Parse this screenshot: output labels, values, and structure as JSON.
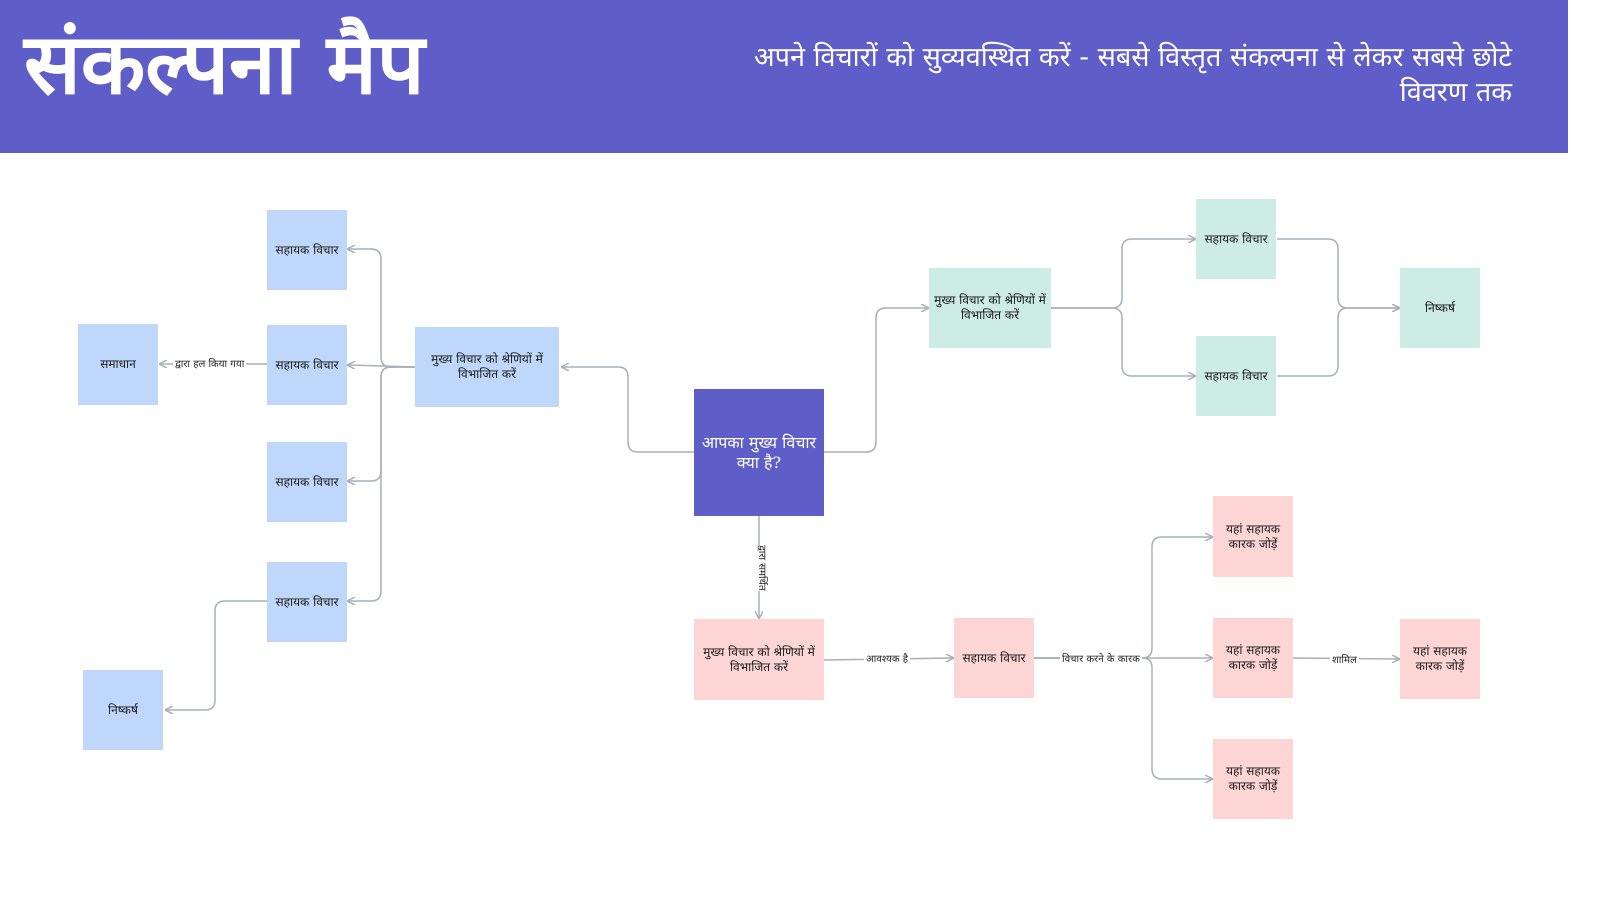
{
  "header": {
    "title": "संकल्पना मैप",
    "subtitle": "अपने विचारों को सुव्यवस्थित करें - सबसे विस्तृत संकल्पना से लेकर सबसे छोटे विवरण तक"
  },
  "colors": {
    "header": "#5f5dc8",
    "blue": "#bfd7fb",
    "green": "#cdece4",
    "pink": "#fdd5d5",
    "connector": "#a9b0b8"
  },
  "nodes": {
    "main": "आपका मुख्य विचार क्या है?",
    "left_category": "मुख्य विचार को श्रेणियों में विभाजित करें",
    "left_support_1": "सहायक विचार",
    "left_support_2": "सहायक विचार",
    "left_support_3": "सहायक विचार",
    "left_support_4": "सहायक विचार",
    "left_solution": "समाधान",
    "left_conclusion": "निष्कर्ष",
    "right_category": "मुख्य विचार को श्रेणियों में विभाजित करें",
    "right_support_1": "सहायक विचार",
    "right_support_2": "सहायक विचार",
    "right_conclusion": "निष्कर्ष",
    "bottom_category": "मुख्य विचार को श्रेणियों में विभाजित करें",
    "bottom_support": "सहायक विचार",
    "factor_1": "यहां सहायक कारक जोड़ें",
    "factor_2": "यहां सहायक कारक जोड़ें",
    "factor_3": "यहां सहायक कारक जोड़ें",
    "factor_4": "यहां सहायक कारक जोड़ें"
  },
  "edge_labels": {
    "solved_by": "द्वारा हल किया गया",
    "supported_by": "द्वारा समर्थित",
    "requires": "आवश्यक है",
    "factors_to_consider": "विचार करने के कारक",
    "includes": "शामिल"
  }
}
